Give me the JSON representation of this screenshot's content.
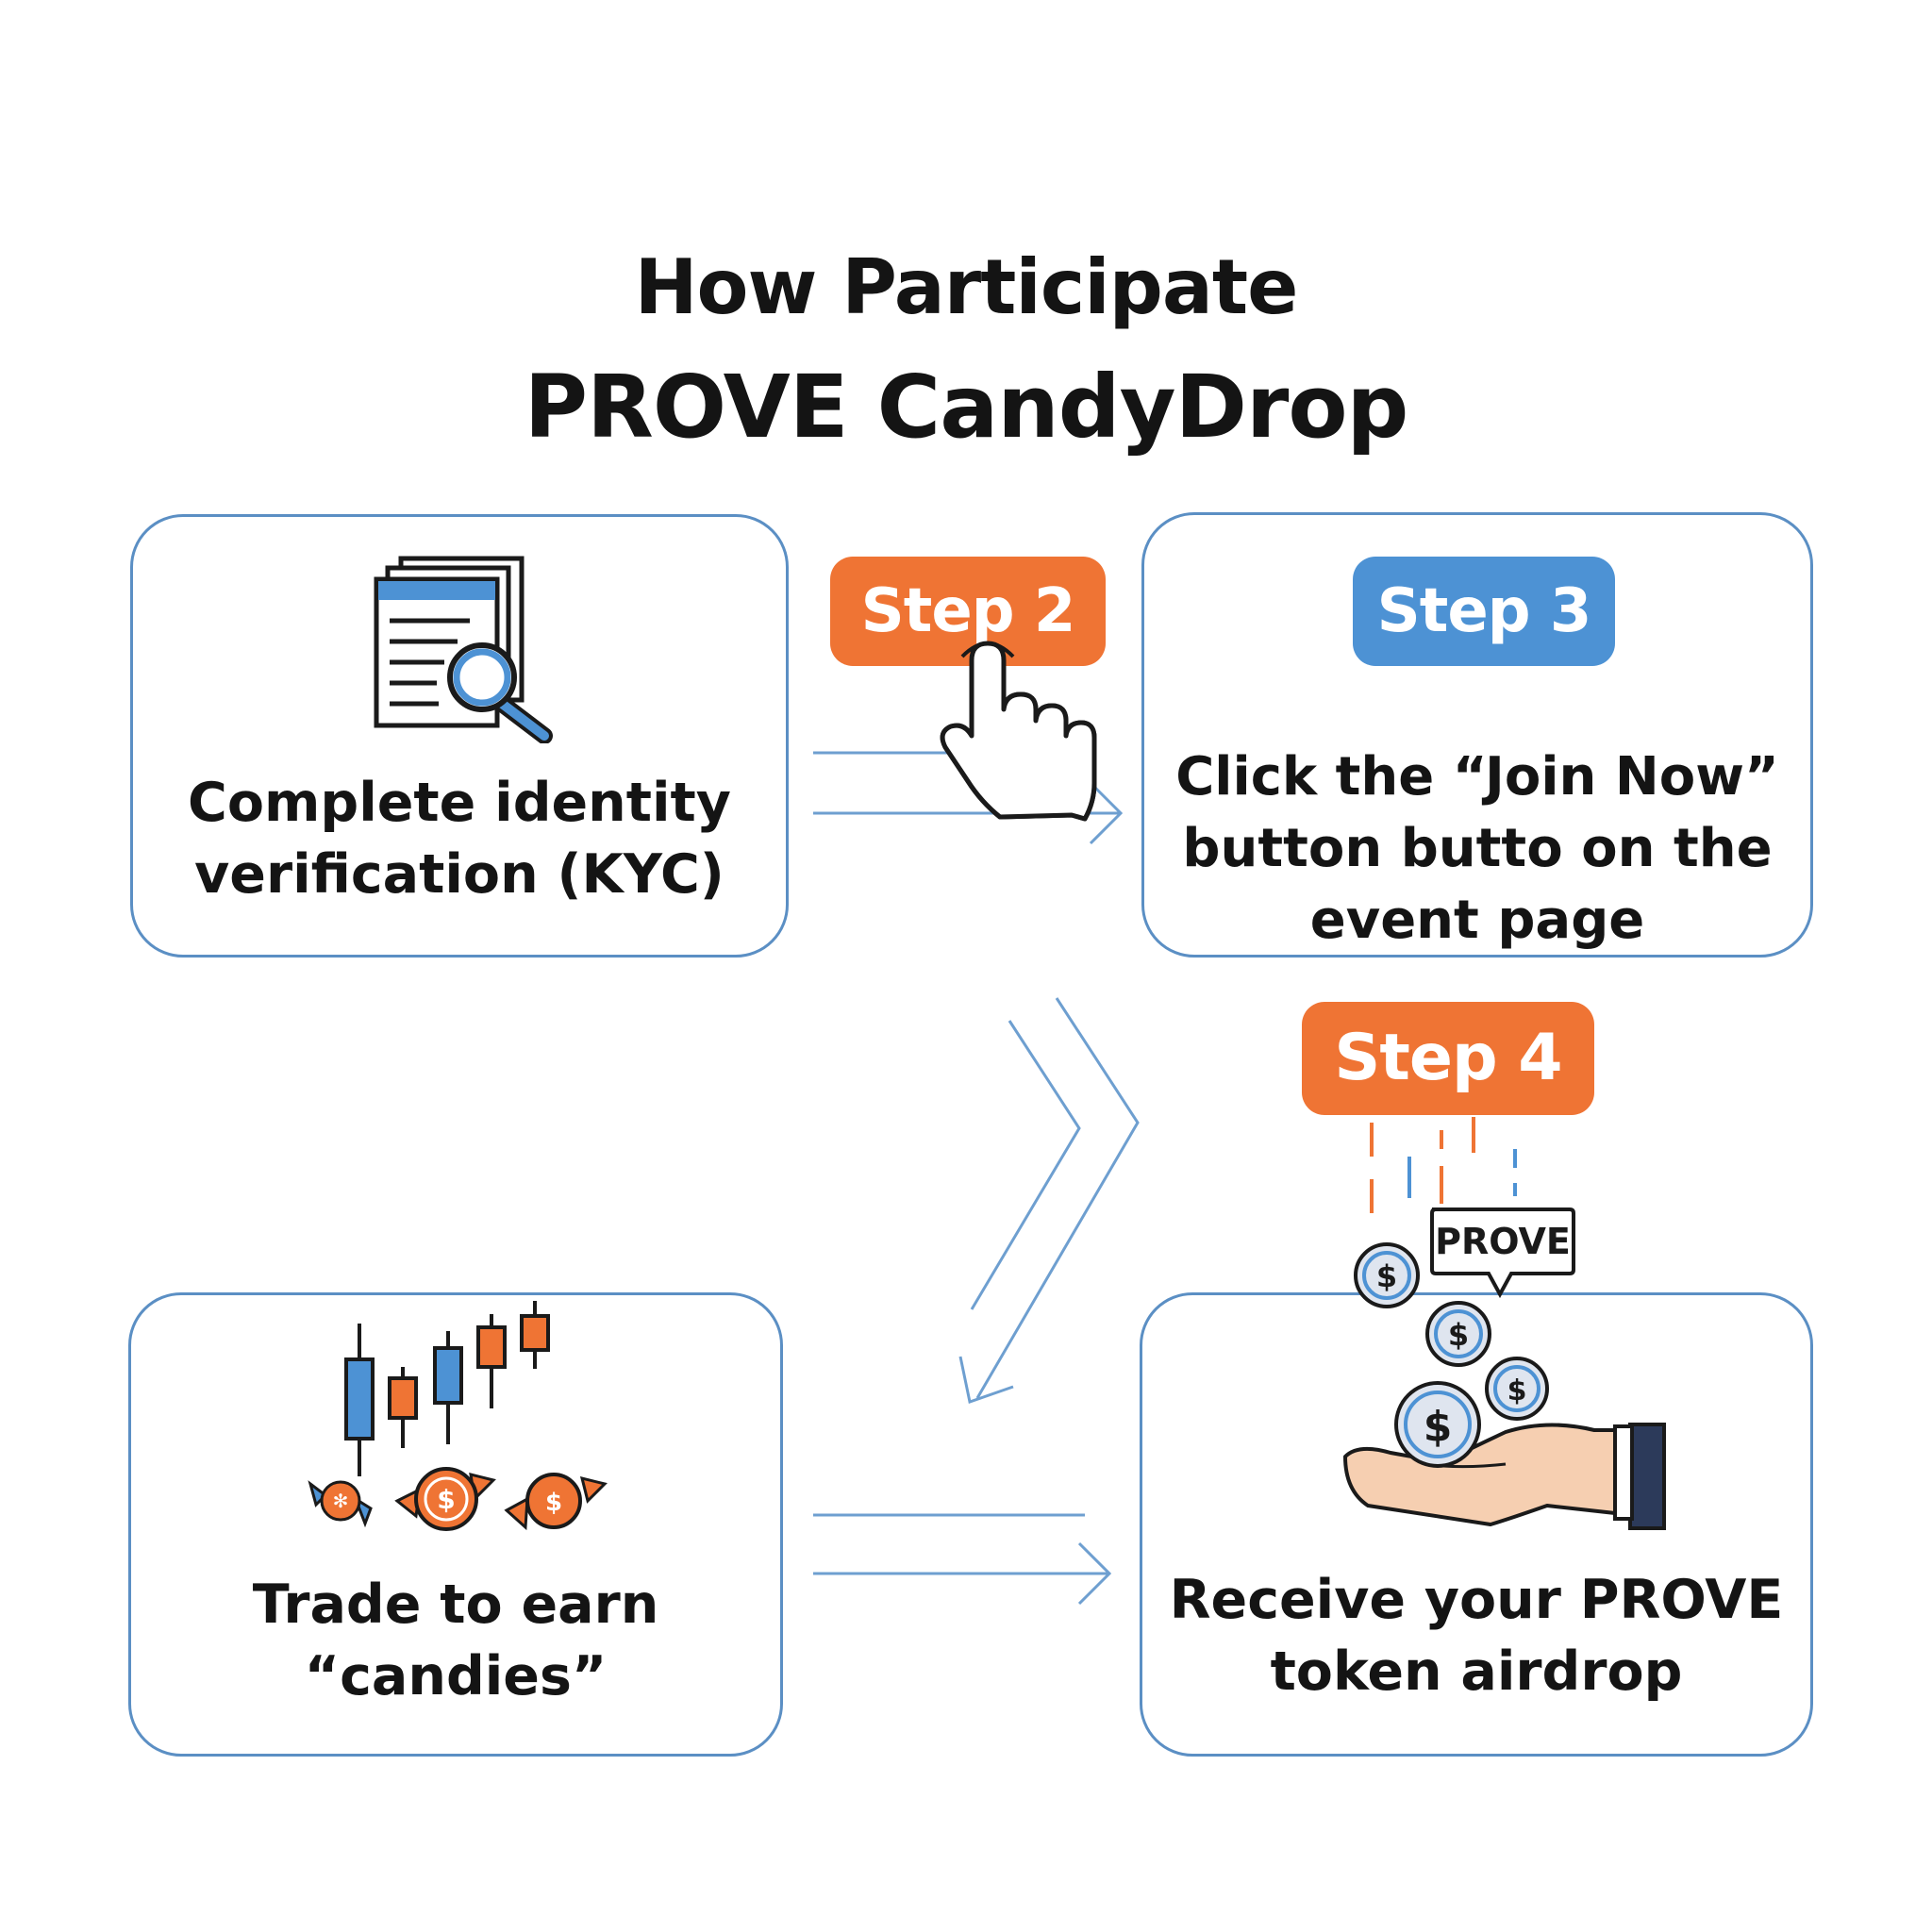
{
  "title": {
    "line1": "How Participate",
    "line2": "PROVE CandyDrop"
  },
  "steps": [
    {
      "badge": "",
      "text": "Complete identity\nverification (KYC)",
      "icon": "document-search-icon"
    },
    {
      "badge": "Step 2",
      "text": "Trade to earn\n“candies”",
      "icon": "candlestick-candy-icon"
    },
    {
      "badge": "Step 3",
      "text": "Click the “Join Now”\nbutton butto on the\nevent page",
      "icon": "pointer-hand-icon"
    },
    {
      "badge": "Step 4",
      "text": "Receive your PROVE\ntoken airdrop",
      "icon": "hand-coins-icon"
    }
  ],
  "token_tag": "PROVE",
  "colors": {
    "orange": "#ef7434",
    "blue": "#4d92d4",
    "card_border": "#5b8fc4",
    "arrow": "#6e9fd0",
    "text": "#141414"
  }
}
